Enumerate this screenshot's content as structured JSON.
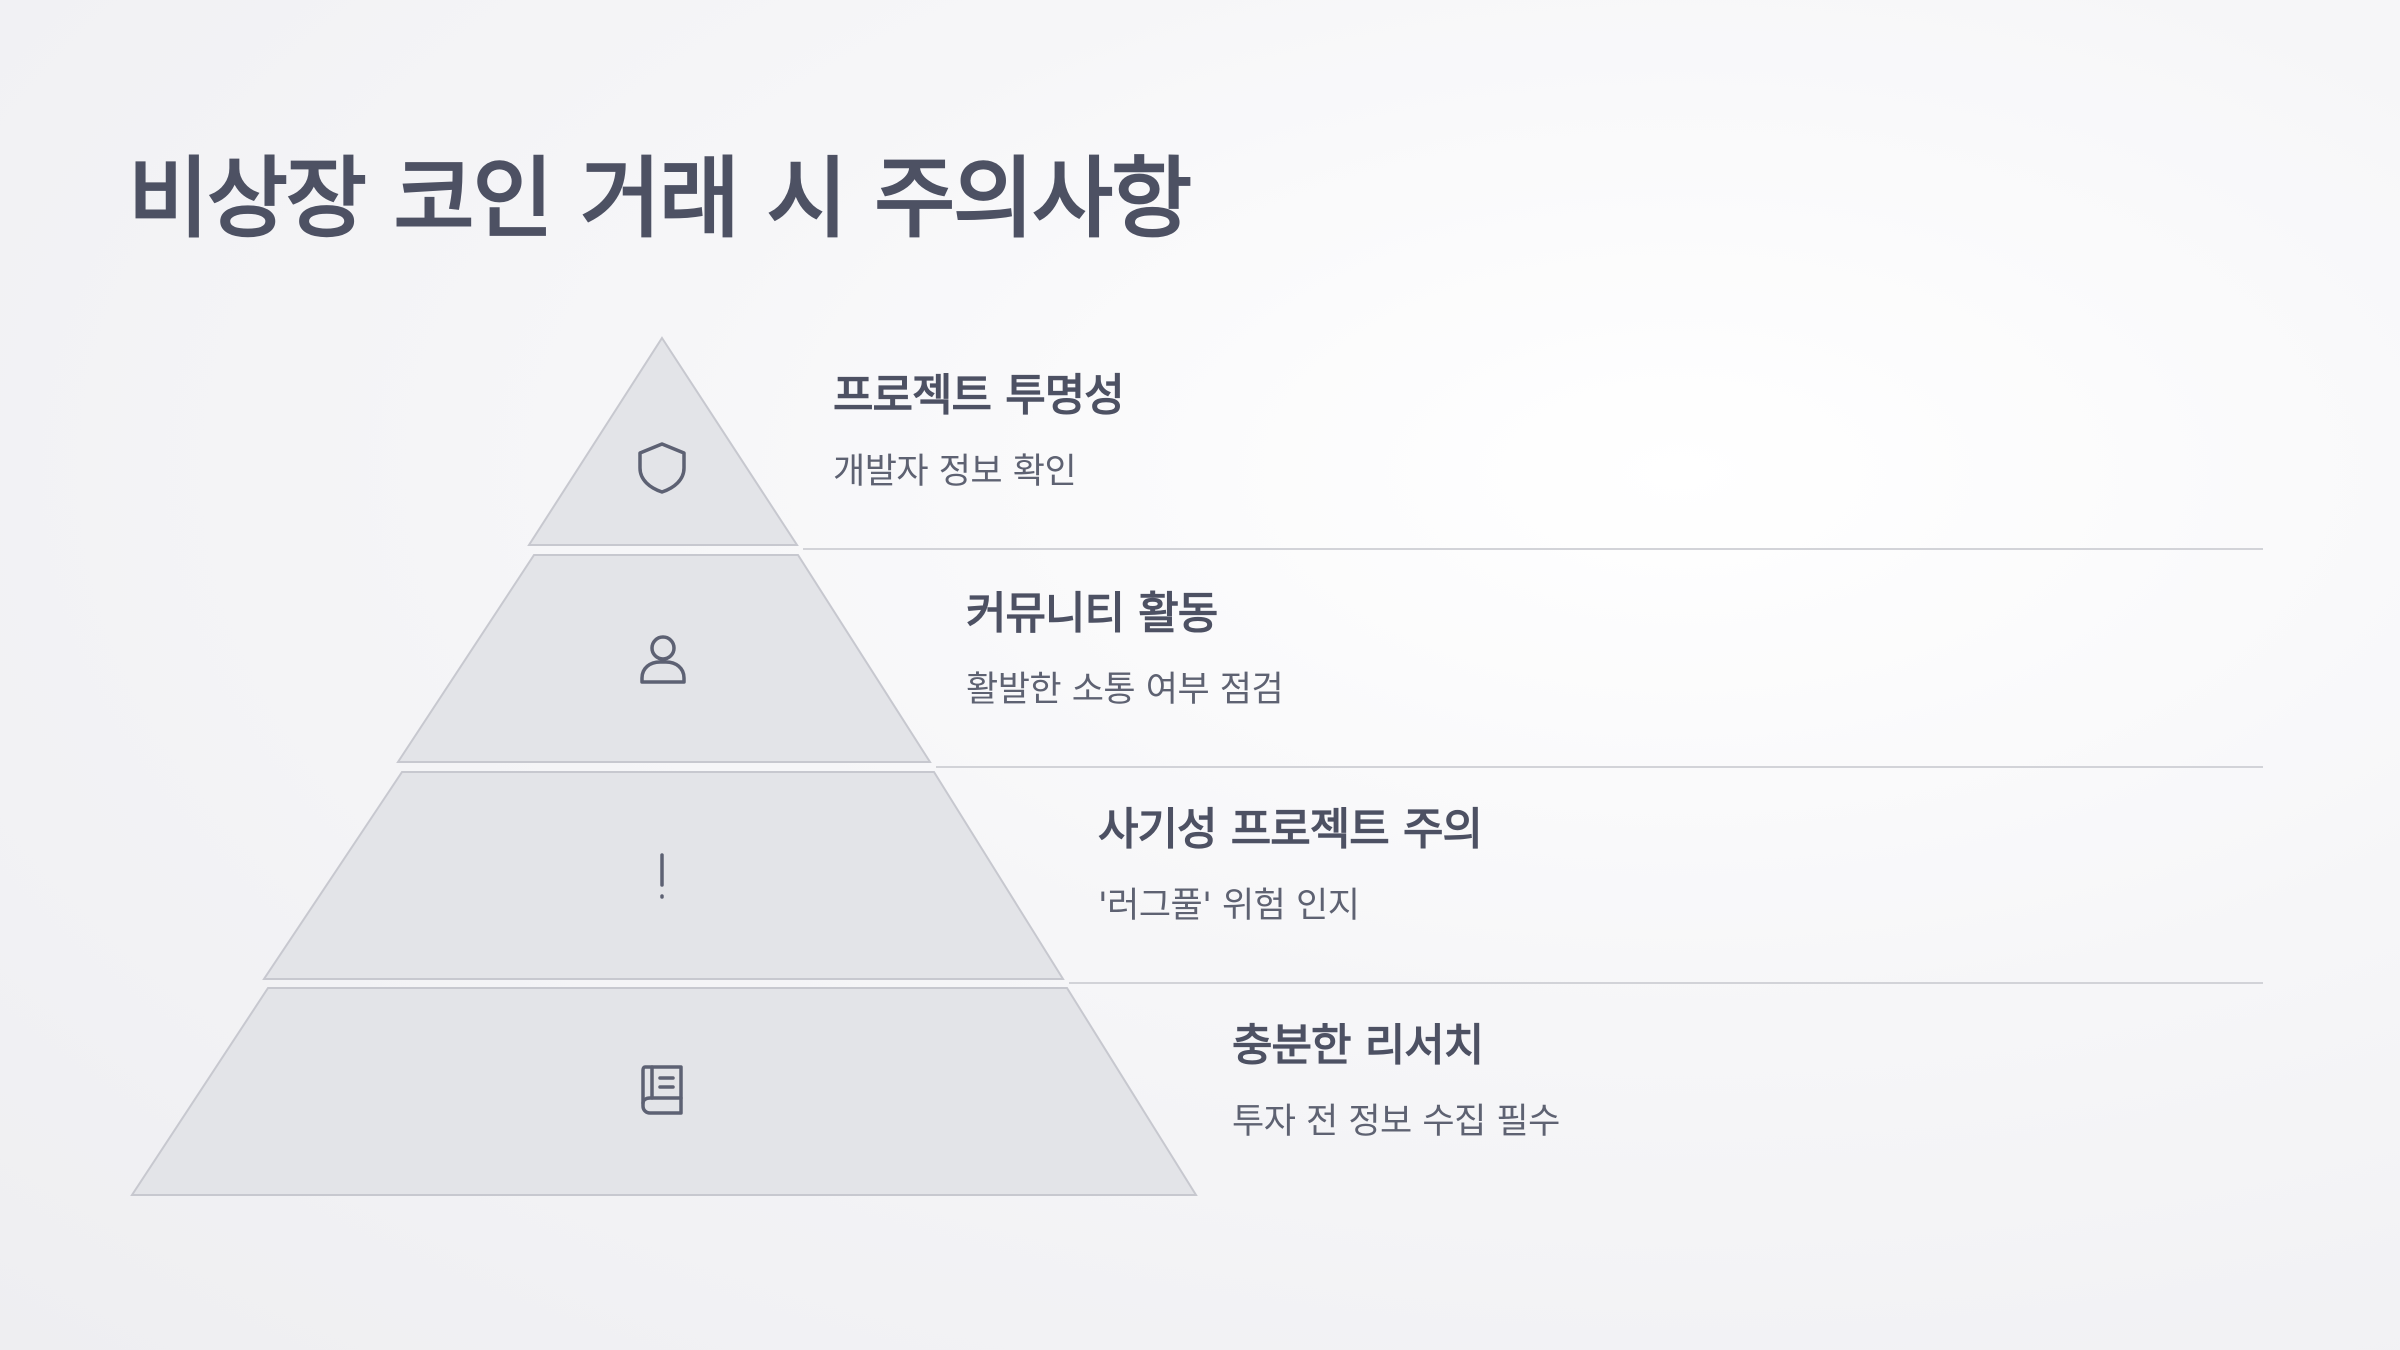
{
  "title": "비상장 코인 거래 시 주의사항",
  "tiers": [
    {
      "title": "프로젝트 투명성",
      "description": "개발자 정보 확인",
      "icon": "shield-icon"
    },
    {
      "title": "커뮤니티 활동",
      "description": "활발한 소통 여부 점검",
      "icon": "user-icon"
    },
    {
      "title": "사기성 프로젝트 주의",
      "description": "'러그풀' 위험 인지",
      "icon": "exclamation-icon"
    },
    {
      "title": "충분한 리서치",
      "description": "투자 전 정보 수집 필수",
      "icon": "book-icon"
    }
  ],
  "colors": {
    "title": "#4d5163",
    "tier_fill": "#e3e4e8",
    "tier_stroke": "#c7c8cf",
    "icon": "#5d6173",
    "divider": "#d2d3d8"
  }
}
